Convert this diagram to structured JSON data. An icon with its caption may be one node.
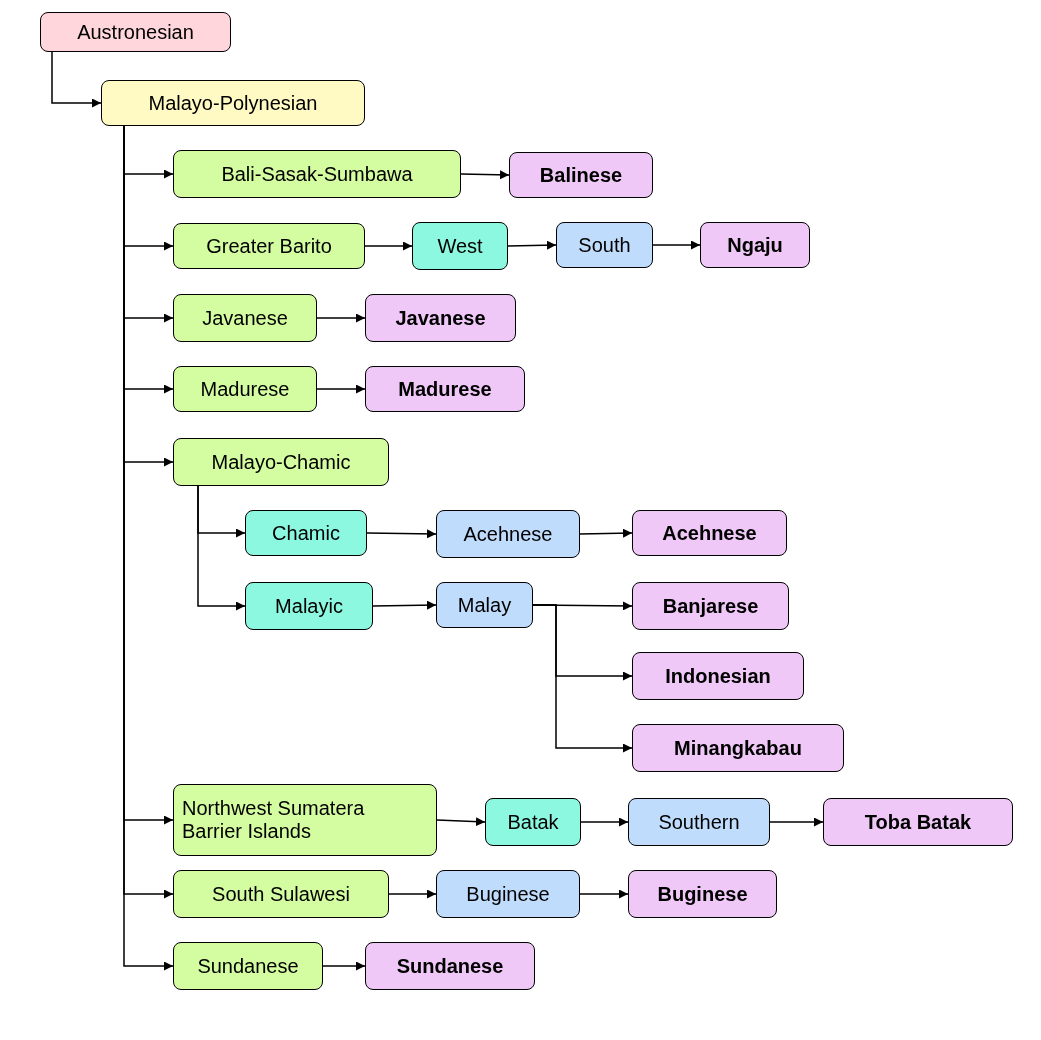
{
  "diagram": {
    "nodes": [
      {
        "text": [
          "Austronesian"
        ]
      },
      {
        "text": [
          "Malayo-Polynesian"
        ]
      },
      {
        "text": [
          "Bali-Sasak-Sumbawa"
        ]
      },
      {
        "text": [
          "Balinese"
        ]
      },
      {
        "text": [
          "Greater Barito"
        ]
      },
      {
        "text": [
          "West"
        ]
      },
      {
        "text": [
          "South"
        ]
      },
      {
        "text": [
          "Ngaju"
        ]
      },
      {
        "text": [
          "Javanese"
        ]
      },
      {
        "text": [
          "Javanese"
        ]
      },
      {
        "text": [
          "Madurese"
        ]
      },
      {
        "text": [
          "Madurese"
        ]
      },
      {
        "text": [
          "Malayo-Chamic"
        ]
      },
      {
        "text": [
          "Chamic"
        ]
      },
      {
        "text": [
          "Acehnese"
        ]
      },
      {
        "text": [
          "Acehnese"
        ]
      },
      {
        "text": [
          "Malayic"
        ]
      },
      {
        "text": [
          "Malay"
        ]
      },
      {
        "text": [
          "Banjarese"
        ]
      },
      {
        "text": [
          "Indonesian"
        ]
      },
      {
        "text": [
          "Minangkabau"
        ]
      },
      {
        "text": [
          "Northwest Sumatera Barrier Islands"
        ]
      },
      {
        "text": [
          "Batak"
        ]
      },
      {
        "text": [
          "Southern"
        ]
      },
      {
        "text": [
          "Toba Batak"
        ]
      },
      {
        "text": [
          "South Sulawesi"
        ]
      },
      {
        "text": [
          "Buginese"
        ]
      },
      {
        "text": [
          "Buginese"
        ]
      },
      {
        "text": [
          "Sundanese"
        ]
      },
      {
        "text": [
          "Sundanese"
        ]
      }
    ],
    "edges": [
      {
        "from": 0,
        "to": 1,
        "arrow": "to"
      },
      {
        "from": 1,
        "to": 2,
        "arrow": "to"
      },
      {
        "from": 1,
        "to": 4,
        "arrow": "to"
      },
      {
        "from": 1,
        "to": 8,
        "arrow": "to"
      },
      {
        "from": 1,
        "to": 10,
        "arrow": "to"
      },
      {
        "from": 1,
        "to": 12,
        "arrow": "to"
      },
      {
        "from": 1,
        "to": 21,
        "arrow": "to"
      },
      {
        "from": 1,
        "to": 25,
        "arrow": "to"
      },
      {
        "from": 1,
        "to": 28,
        "arrow": "to"
      },
      {
        "from": 2,
        "to": 3,
        "arrow": "to"
      },
      {
        "from": 4,
        "to": 5,
        "arrow": "to"
      },
      {
        "from": 5,
        "to": 6,
        "arrow": "to"
      },
      {
        "from": 6,
        "to": 7,
        "arrow": "to"
      },
      {
        "from": 8,
        "to": 9,
        "arrow": "to"
      },
      {
        "from": 10,
        "to": 11,
        "arrow": "to"
      },
      {
        "from": 12,
        "to": 13,
        "arrow": "to"
      },
      {
        "from": 12,
        "to": 16,
        "arrow": "to"
      },
      {
        "from": 13,
        "to": 14,
        "arrow": "to"
      },
      {
        "from": 14,
        "to": 15,
        "arrow": "to"
      },
      {
        "from": 16,
        "to": 17,
        "arrow": "to"
      },
      {
        "from": 17,
        "to": 18,
        "arrow": "to"
      },
      {
        "from": 17,
        "to": 19,
        "arrow": "to"
      },
      {
        "from": 17,
        "to": 20,
        "arrow": "to"
      },
      {
        "from": 21,
        "to": 22,
        "arrow": "to"
      },
      {
        "from": 22,
        "to": 23,
        "arrow": "to"
      },
      {
        "from": 23,
        "to": 24,
        "arrow": "to"
      },
      {
        "from": 25,
        "to": 26,
        "arrow": "to"
      },
      {
        "from": 26,
        "to": 27,
        "arrow": "to"
      },
      {
        "from": 28,
        "to": 29,
        "arrow": "to"
      }
    ]
  }
}
